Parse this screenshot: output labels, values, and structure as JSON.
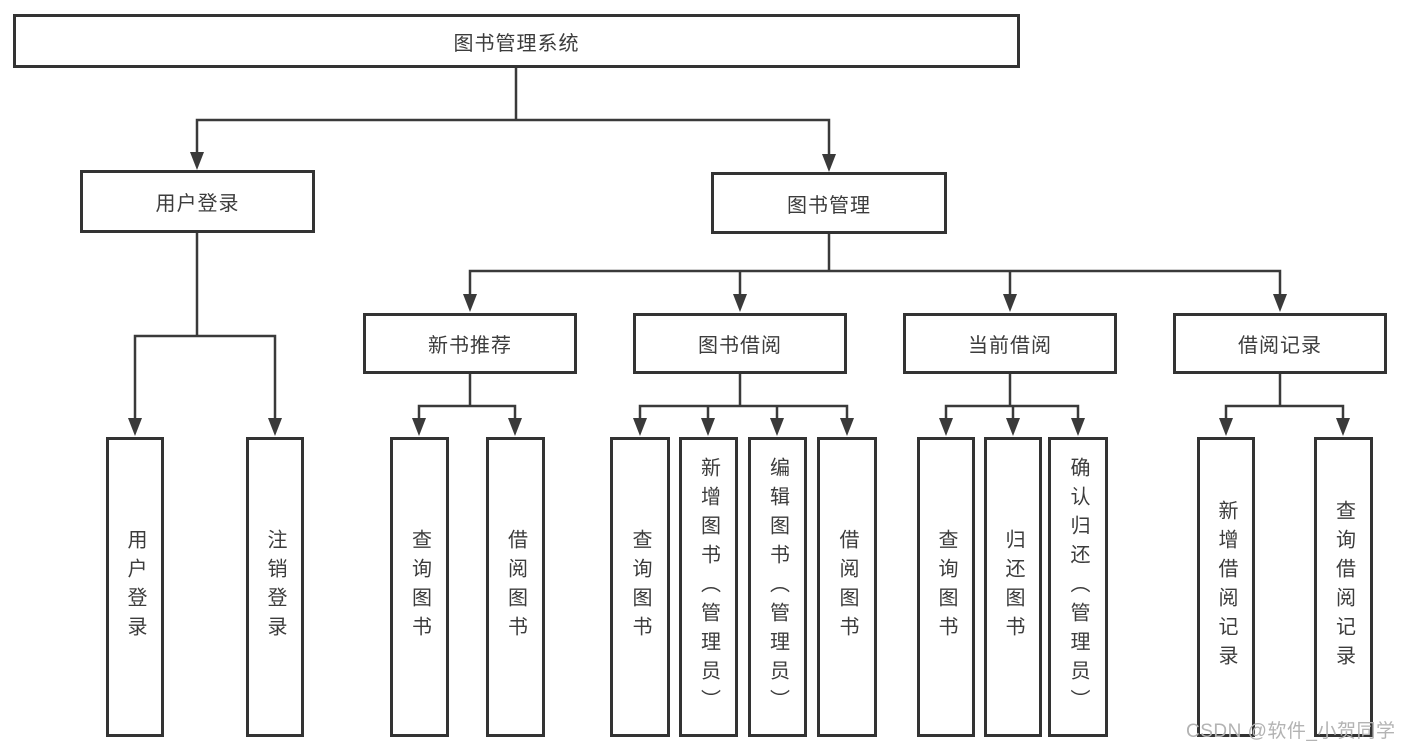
{
  "tree": {
    "label": "图书管理系统",
    "children": [
      {
        "label": "用户登录",
        "children": [
          {
            "label": "用户登录"
          },
          {
            "label": "注销登录"
          }
        ]
      },
      {
        "label": "图书管理",
        "children": [
          {
            "label": "新书推荐",
            "children": [
              {
                "label": "查询图书"
              },
              {
                "label": "借阅图书"
              }
            ]
          },
          {
            "label": "图书借阅",
            "children": [
              {
                "label": "查询图书"
              },
              {
                "label": "新增图书（管理员）"
              },
              {
                "label": "编辑图书（管理员）"
              },
              {
                "label": "借阅图书"
              }
            ]
          },
          {
            "label": "当前借阅",
            "children": [
              {
                "label": "查询图书"
              },
              {
                "label": "归还图书"
              },
              {
                "label": "确认归还（管理员）"
              }
            ]
          },
          {
            "label": "借阅记录",
            "children": [
              {
                "label": "新增借阅记录"
              },
              {
                "label": "查询借阅记录"
              }
            ]
          }
        ]
      }
    ]
  },
  "watermark": "CSDN @软件_小贺同学",
  "colors": {
    "line": "#3a3a3a",
    "box_border": "#333333",
    "text": "#3c3c3c",
    "watermark": "#b3b3b3",
    "background": "#ffffff"
  }
}
